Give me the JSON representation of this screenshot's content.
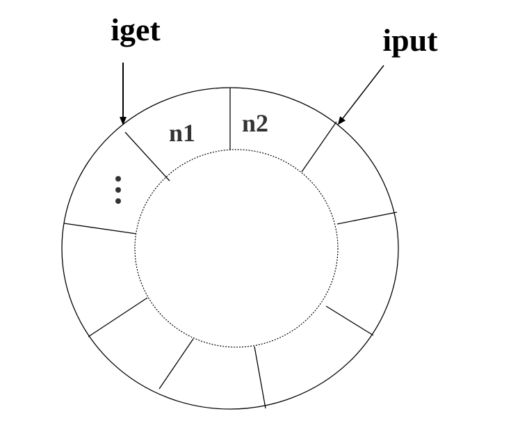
{
  "diagram": {
    "pointers": {
      "get_label": "iget",
      "put_label": "iput"
    },
    "cells": {
      "first": "n1",
      "second": "n2"
    },
    "colors": {
      "stroke": "#000000",
      "cell_text": "#333333"
    }
  }
}
